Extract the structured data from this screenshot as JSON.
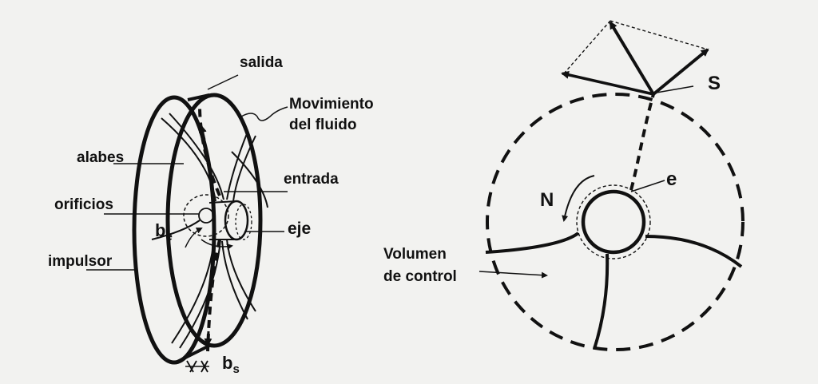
{
  "left_diagram": {
    "salida": "salida",
    "movimiento_l1": "Movimiento",
    "movimiento_l2": "del fluido",
    "alabes": "alabes",
    "entrada": "entrada",
    "orificios": "orificios",
    "eje": "eje",
    "impulsor": "impulsor",
    "be_main": "b",
    "be_sub": "e",
    "bs_main": "b",
    "bs_sub": "s"
  },
  "right_diagram": {
    "S": "S",
    "e": "e",
    "N": "N",
    "volumen_l1": "Volumen",
    "volumen_l2": "de control"
  }
}
